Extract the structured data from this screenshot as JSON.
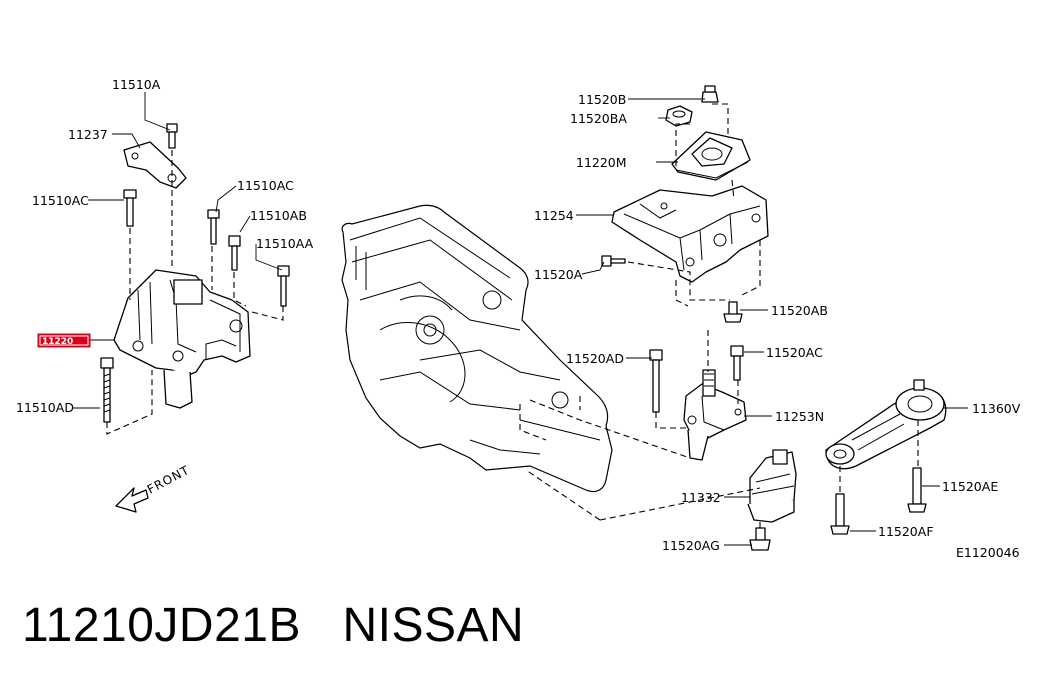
{
  "labels": {
    "p11510A": "11510A",
    "p11237": "11237",
    "p11510AC_left": "11510AC",
    "p11510AC_right": "11510AC",
    "p11510AB": "11510AB",
    "p11510AA": "11510AA",
    "p11220_highlight": "11220",
    "p11510AD": "11510AD",
    "p11520B": "11520B",
    "p11520BA": "11520BA",
    "p11220M": "11220M",
    "p11254": "11254",
    "p11520A": "11520A",
    "p11520AB": "11520AB",
    "p11520AD": "11520AD",
    "p11520AC": "11520AC",
    "p11253N": "11253N",
    "p11360V": "11360V",
    "p11520AE": "11520AE",
    "p11332": "11332",
    "p11520AF": "11520AF",
    "p11520AG": "11520AG",
    "front": "FRONT",
    "figure_code": "E1120046"
  },
  "caption": "11210JD21B   NISSAN",
  "colors": {
    "highlight": "#d9001b",
    "line": "#000000",
    "background": "#ffffff"
  }
}
